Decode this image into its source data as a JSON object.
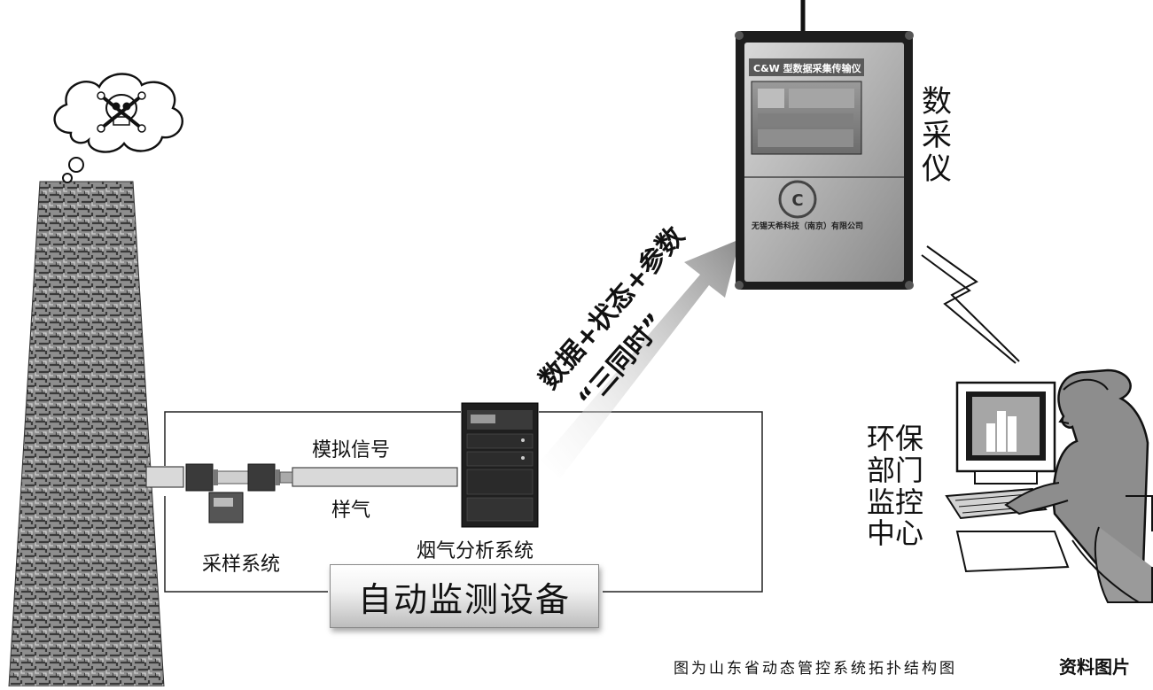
{
  "labels": {
    "analog_signal": "模拟信号",
    "sample_gas": "样气",
    "sampling_system": "采样系统",
    "flue_gas_system": "烟气分析系统",
    "equipment_banner": "自动监测设备",
    "arrow_line1": "数据+状态+参数",
    "arrow_line2": "“三同时”",
    "data_logger": [
      "数",
      "采",
      "仪"
    ],
    "monitoring_center": [
      "环保",
      "部门",
      "监控",
      "中心"
    ],
    "caption": "图为山东省动态管控系统拓扑结构图",
    "source": "资料图片"
  },
  "device_panel": {
    "title": "C&W 型数据采集传输仪",
    "company": "无锡天希科技（南京）有限公司"
  },
  "icons": {
    "stack": "smokestack-icon",
    "cloud": "pollution-cloud-skull-icon",
    "logger": "data-logger-device-icon",
    "cabinet": "analyzer-cabinet-icon",
    "probe": "sampling-probe-icon",
    "lightning": "wireless-signal-bolt-icon",
    "operator": "operator-at-computer-icon"
  }
}
